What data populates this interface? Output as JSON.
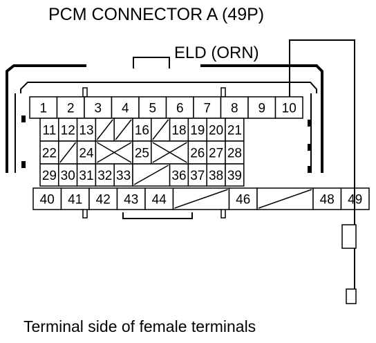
{
  "title": "PCM CONNECTOR A (49P)",
  "wire_label": "ELD (ORN)",
  "caption": "Terminal side of female terminals",
  "rows": [
    {
      "cells": [
        {
          "label": "1"
        },
        {
          "label": "2"
        },
        {
          "label": "3"
        },
        {
          "label": "4"
        },
        {
          "label": "5"
        },
        {
          "label": "6"
        },
        {
          "label": "7"
        },
        {
          "label": "8"
        },
        {
          "label": "9"
        },
        {
          "label": "10"
        }
      ]
    },
    {
      "cells": [
        {
          "label": "11"
        },
        {
          "label": "12"
        },
        {
          "label": "13"
        },
        {
          "blank": "slash"
        },
        {
          "blank": "slash"
        },
        {
          "label": "16"
        },
        {
          "blank": "slash"
        },
        {
          "label": "18"
        },
        {
          "label": "19"
        },
        {
          "label": "20"
        },
        {
          "label": "21"
        }
      ]
    },
    {
      "cells": [
        {
          "label": "22"
        },
        {
          "blank": "slash"
        },
        {
          "label": "24"
        },
        {
          "blank": "cross",
          "span": 2
        },
        {
          "label": "25"
        },
        {
          "blank": "cross",
          "span": 2
        },
        {
          "label": "26"
        },
        {
          "label": "27"
        },
        {
          "label": "28"
        }
      ]
    },
    {
      "cells": [
        {
          "label": "29"
        },
        {
          "label": "30"
        },
        {
          "label": "31"
        },
        {
          "label": "32"
        },
        {
          "label": "33"
        },
        {
          "blank": "slash",
          "span": 2
        },
        {
          "label": "36"
        },
        {
          "label": "37"
        },
        {
          "label": "38"
        },
        {
          "label": "39"
        }
      ]
    },
    {
      "cells": [
        {
          "label": "40"
        },
        {
          "label": "41"
        },
        {
          "label": "42"
        },
        {
          "label": "43"
        },
        {
          "label": "44"
        },
        {
          "blank": "slash",
          "span": 2
        },
        {
          "label": "46"
        },
        {
          "blank": "slash",
          "span": 2
        },
        {
          "label": "48"
        },
        {
          "label": "49"
        }
      ]
    }
  ],
  "highlighted_terminal": "10"
}
